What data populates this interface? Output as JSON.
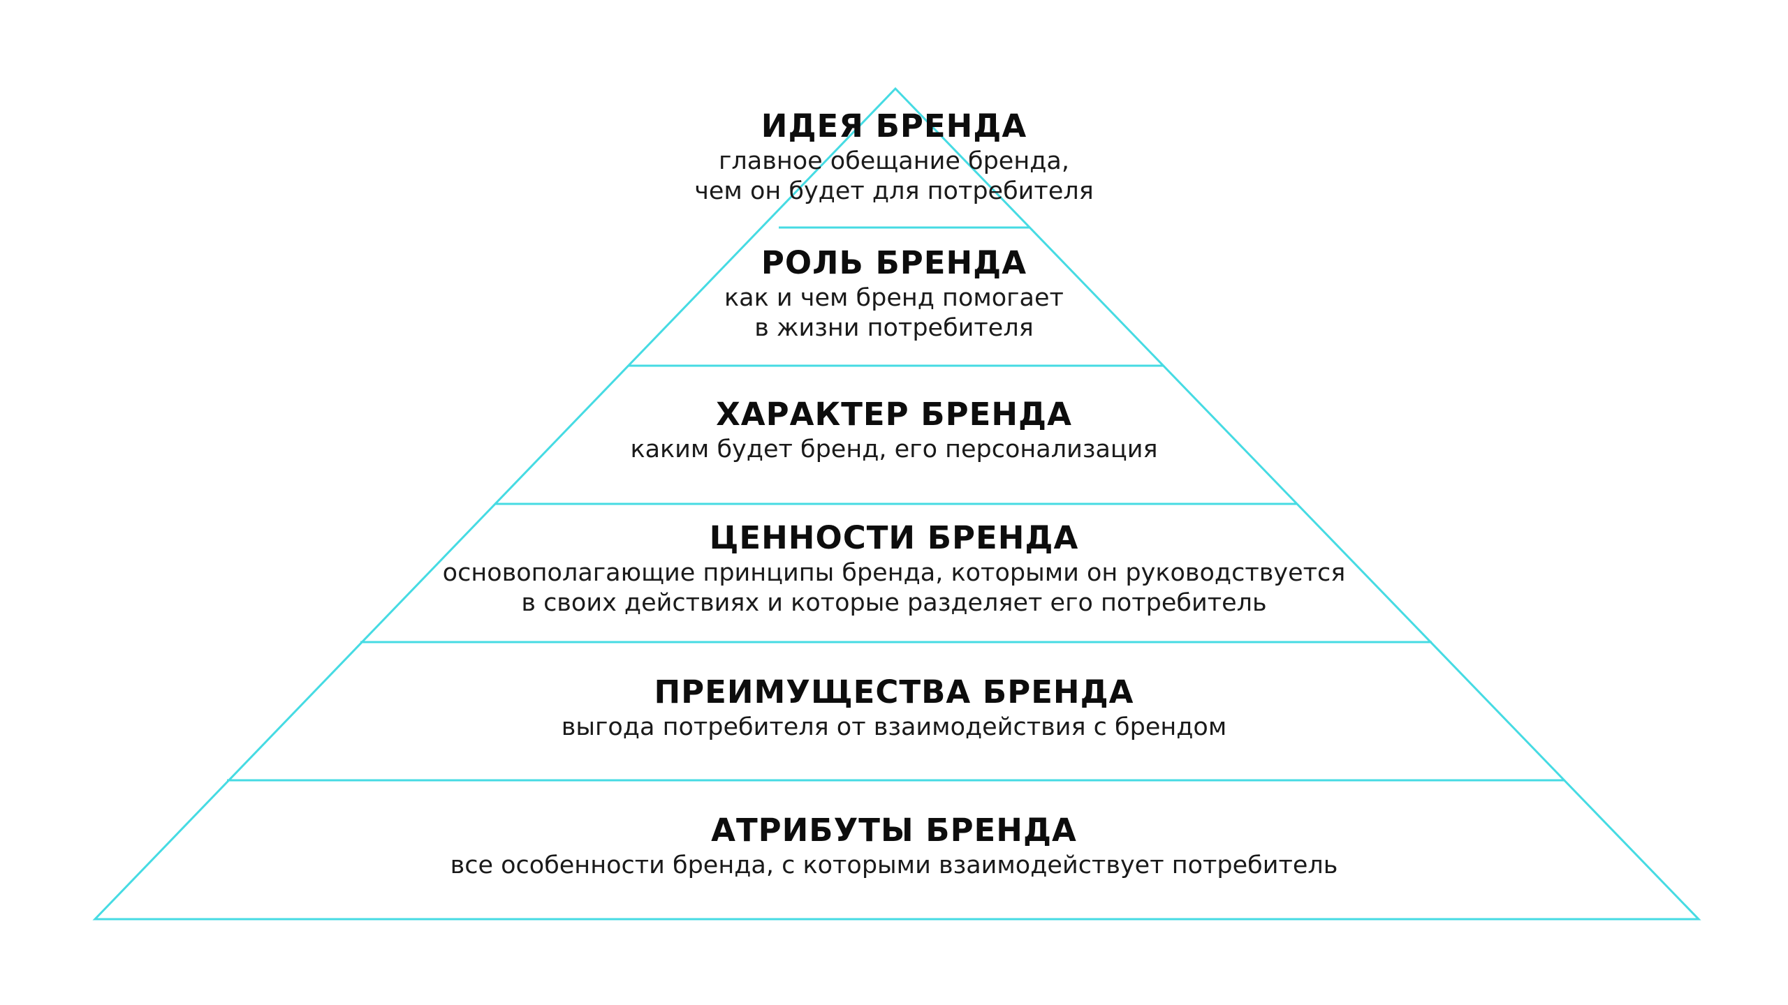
{
  "colors": {
    "outline": "#46dbe3",
    "text": "#111111",
    "background": "#ffffff"
  },
  "levels": [
    {
      "title": "ИДЕЯ БРЕНДА",
      "desc_lines": [
        "главное обещание бренда,",
        "чем он будет для потребителя"
      ]
    },
    {
      "title": "РОЛЬ БРЕНДА",
      "desc_lines": [
        "как и чем бренд помогает",
        "в жизни потребителя"
      ]
    },
    {
      "title": "ХАРАКТЕР БРЕНДА",
      "desc_lines": [
        "каким будет бренд, его персонализация"
      ]
    },
    {
      "title": "ЦЕННОСТИ БРЕНДА",
      "desc_lines": [
        "основополагающие принципы бренда, которыми он руководствуется",
        "в своих действиях и которые разделяет его потребитель"
      ]
    },
    {
      "title": "ПРЕИМУЩЕСТВА БРЕНДА",
      "desc_lines": [
        "выгода потребителя от взаимодействия с брендом"
      ]
    },
    {
      "title": "АТРИБУТЫ БРЕНДА",
      "desc_lines": [
        "все особенности бренда, с которыми взаимодействует потребитель"
      ]
    }
  ]
}
